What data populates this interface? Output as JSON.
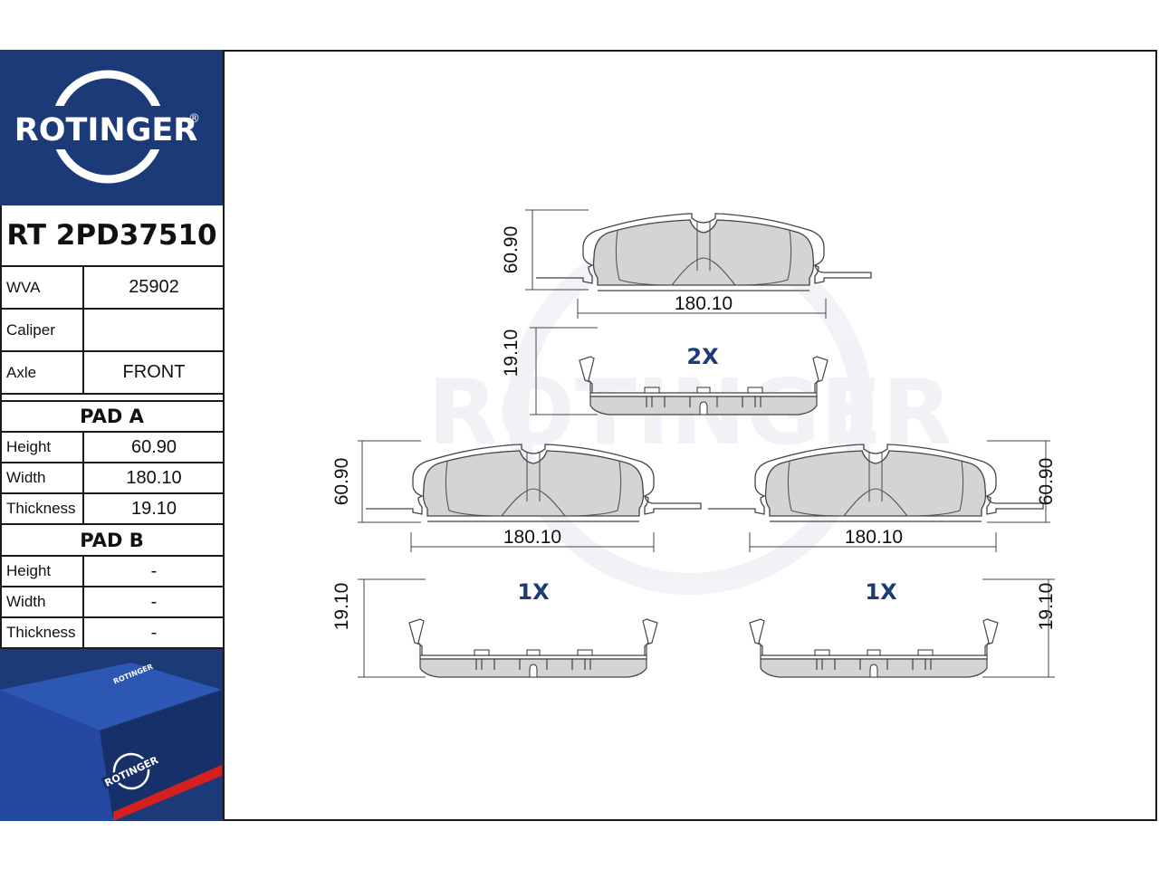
{
  "brand": {
    "name": "ROTINGER",
    "registered": "®"
  },
  "part_number": "RT 2PD37510",
  "specs": [
    {
      "label": "WVA",
      "value": "25902"
    },
    {
      "label": "Caliper",
      "value": ""
    },
    {
      "label": "Axle",
      "value": "FRONT"
    }
  ],
  "pad_a": {
    "title": "PAD A",
    "rows": [
      {
        "label": "Height",
        "value": "60.90"
      },
      {
        "label": "Width",
        "value": "180.10"
      },
      {
        "label": "Thickness",
        "value": "19.10"
      }
    ]
  },
  "pad_b": {
    "title": "PAD B",
    "rows": [
      {
        "label": "Height",
        "value": "-"
      },
      {
        "label": "Width",
        "value": "-"
      },
      {
        "label": "Thickness",
        "value": "-"
      }
    ]
  },
  "drawing": {
    "top": {
      "height": "60.90",
      "width": "180.10",
      "thickness": "19.10",
      "qty": "2X"
    },
    "left": {
      "height": "60.90",
      "width": "180.10",
      "thickness": "19.10",
      "qty": "1X"
    },
    "right": {
      "height": "60.90",
      "width": "180.10",
      "thickness": "19.10",
      "qty": "1X"
    }
  },
  "colors": {
    "brand_blue": "#1d3a78",
    "pad_fill": "#d4d4d4",
    "qty_blue": "#1d3a78",
    "accent_red": "#d42020"
  }
}
